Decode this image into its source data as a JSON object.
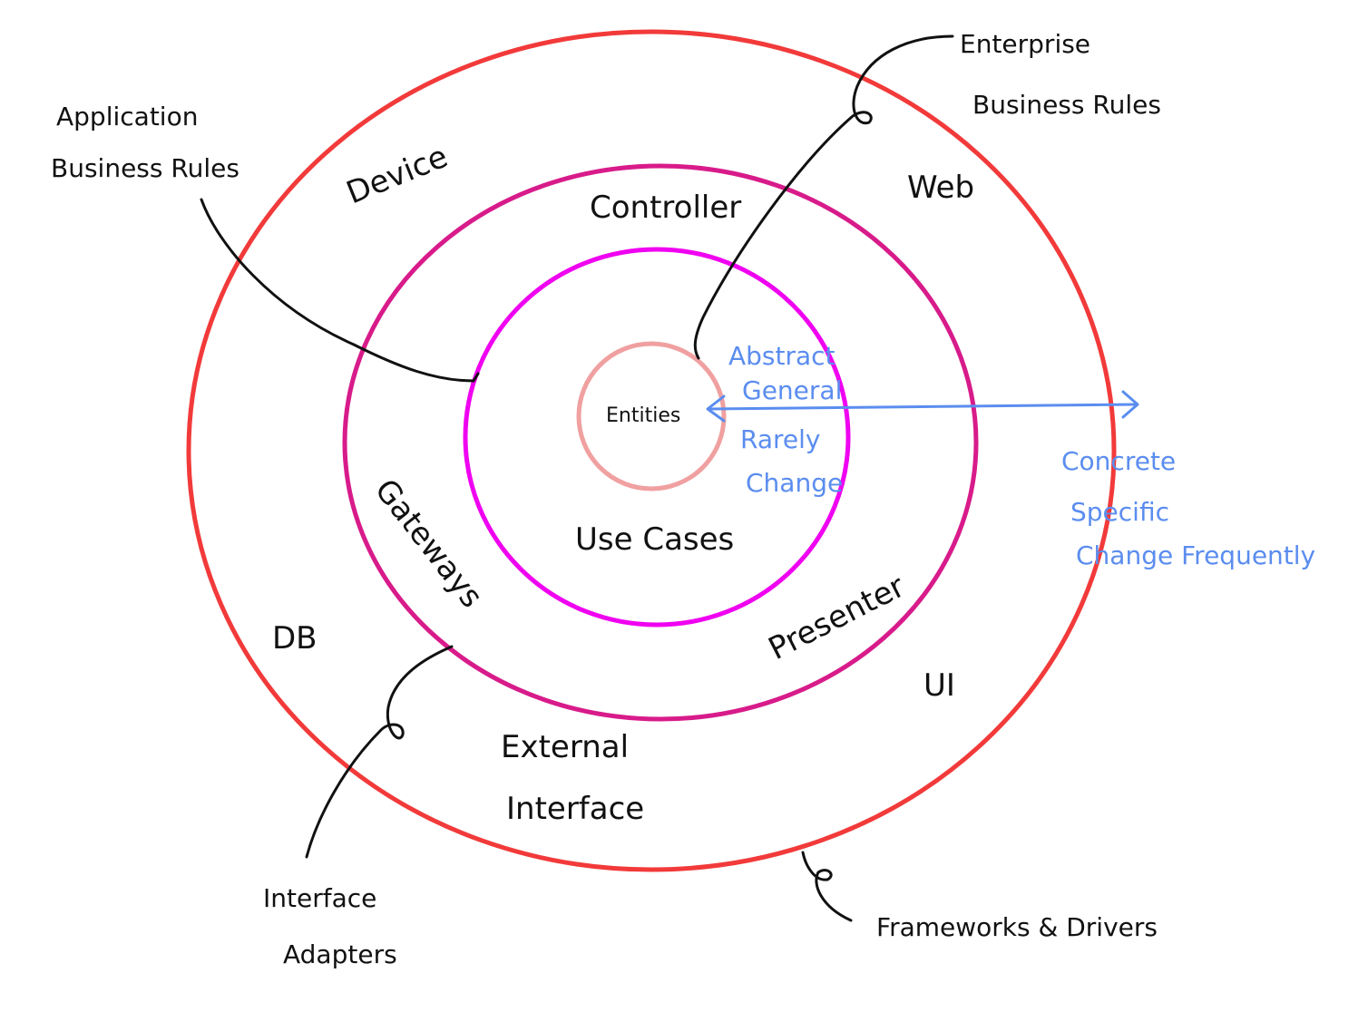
{
  "colors": {
    "frameworks_ring": "#f23a3a",
    "adapters_ring": "#d81b8a",
    "usecases_ring": "#f000f0",
    "entities_ring": "#f0a0a0",
    "annotation_blue": "#5b8def",
    "ink": "#111111"
  },
  "callouts": {
    "application_business_rules": [
      "Application",
      "Business Rules"
    ],
    "enterprise_business_rules": [
      "Enterprise",
      "Business Rules"
    ],
    "interface_adapters": [
      "Interface",
      "Adapters"
    ],
    "frameworks_drivers": "Frameworks & Drivers"
  },
  "layers": {
    "entities": "Entities",
    "use_cases": "Use Cases",
    "controller": "Controller",
    "gateways": "Gateways",
    "presenter": "Presenter",
    "device": "Device",
    "web": "Web",
    "db": "DB",
    "ui": "UI",
    "external_interface": [
      "External",
      "Interface"
    ]
  },
  "gradient": {
    "inner": [
      "Abstract",
      "General",
      "Rarely",
      "Change"
    ],
    "outer": [
      "Concrete",
      "Specific",
      "Change Frequently"
    ]
  }
}
